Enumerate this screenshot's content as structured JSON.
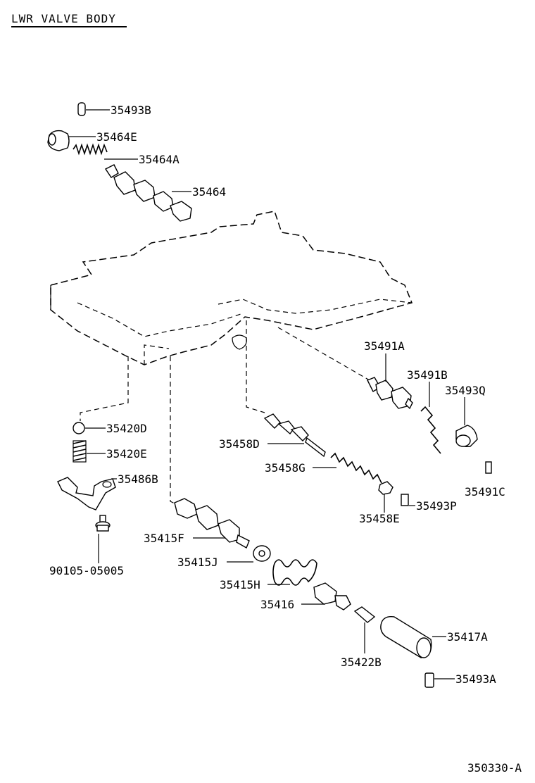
{
  "title": "LWR VALVE BODY",
  "figure_code": "350330-A",
  "parts": [
    {
      "id": "35493B",
      "label": "35493B"
    },
    {
      "id": "35464E",
      "label": "35464E"
    },
    {
      "id": "35464A",
      "label": "35464A"
    },
    {
      "id": "35464",
      "label": "35464"
    },
    {
      "id": "35491A",
      "label": "35491A"
    },
    {
      "id": "35491B",
      "label": "35491B"
    },
    {
      "id": "35493Q",
      "label": "35493Q"
    },
    {
      "id": "35420D",
      "label": "35420D"
    },
    {
      "id": "35420E",
      "label": "35420E"
    },
    {
      "id": "35486B",
      "label": "35486B"
    },
    {
      "id": "35458D",
      "label": "35458D"
    },
    {
      "id": "35458G",
      "label": "35458G"
    },
    {
      "id": "35491C",
      "label": "35491C"
    },
    {
      "id": "35493P",
      "label": "35493P"
    },
    {
      "id": "35458E",
      "label": "35458E"
    },
    {
      "id": "35415F",
      "label": "35415F"
    },
    {
      "id": "90105-05005",
      "label": "90105-05005"
    },
    {
      "id": "35415J",
      "label": "35415J"
    },
    {
      "id": "35415H",
      "label": "35415H"
    },
    {
      "id": "35416",
      "label": "35416"
    },
    {
      "id": "35417A",
      "label": "35417A"
    },
    {
      "id": "35422B",
      "label": "35422B"
    },
    {
      "id": "35493A",
      "label": "35493A"
    }
  ]
}
